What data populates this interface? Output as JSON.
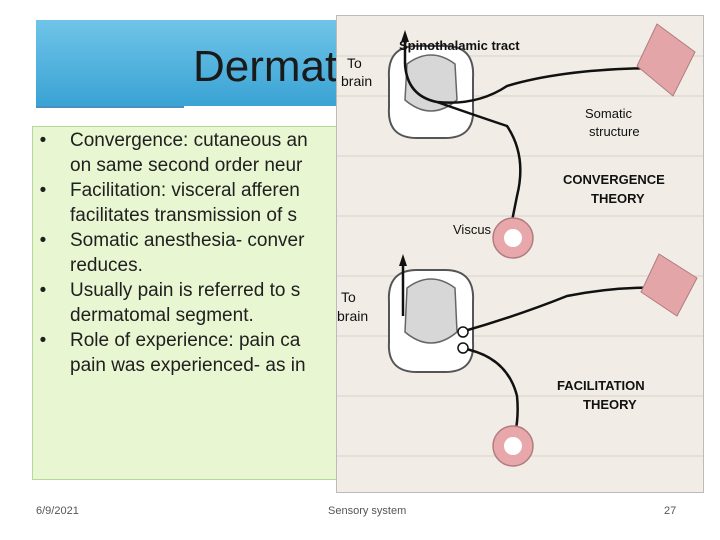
{
  "slide": {
    "title": "Dermat",
    "bullets": [
      {
        "line1": "Convergence: cutaneous an",
        "line2": "on same second order neur"
      },
      {
        "line1": "Facilitation: visceral afferen",
        "line2": "facilitates transmission of s"
      },
      {
        "line1": "Somatic anesthesia- conver",
        "line2": "reduces."
      },
      {
        "line1": "Usually pain is referred to s",
        "line2": "dermatomal segment."
      },
      {
        "line1": "Role of experience:  pain ca",
        "line2": "pain was experienced- as in"
      }
    ],
    "bullet_glyph": "•"
  },
  "figure": {
    "spinothalamic_label": "Spinothalamic tract",
    "to_brain_top_1": "To",
    "to_brain_top_2": "brain",
    "somatic_1": "Somatic",
    "somatic_2": "structure",
    "convergence_1": "CONVERGENCE",
    "convergence_2": "THEORY",
    "viscus_label": "Viscus",
    "to_brain_bottom_1": "To",
    "to_brain_bottom_2": "brain",
    "facilitation_1": "FACILITATION",
    "facilitation_2": "THEORY"
  },
  "footer": {
    "date": "6/9/2021",
    "center": "Sensory system",
    "page_number": "27"
  },
  "colors": {
    "title_band": "#3aa3d4",
    "content_background": "#e9f6d2",
    "viscus_pink": "#e8a7aa",
    "somatic_pink": "#e4a5a8"
  }
}
